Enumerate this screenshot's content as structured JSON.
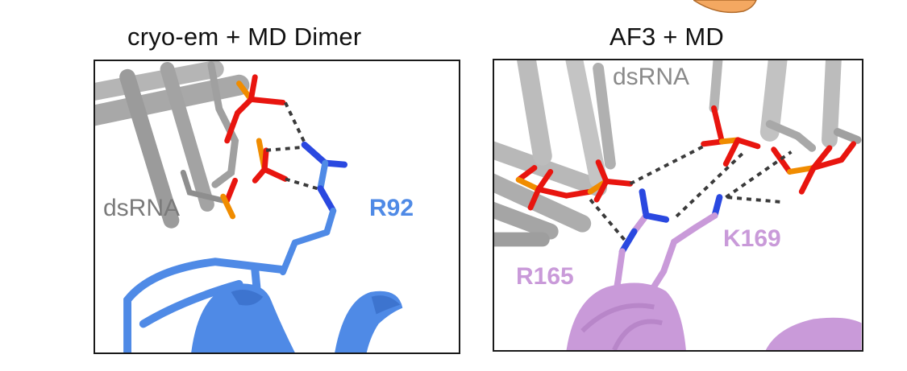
{
  "panels": [
    {
      "title": "cryo-em + MD Dimer",
      "labels": {
        "rna": "dsRNA",
        "residue1": "R92"
      }
    },
    {
      "title": "AF3 + MD",
      "labels": {
        "rna": "dsRNA",
        "residue1": "R165",
        "residue2": "K169"
      }
    }
  ],
  "colors": {
    "rna": "#9e9e9e",
    "rna_label": "#7a7a7a",
    "phosphorus": "#f08c00",
    "oxygen": "#e8150f",
    "nitrogen": "#2a48e0",
    "protein_left": "#4f8ae6",
    "protein_right": "#c99ad9",
    "hbond": "#3a3a3a",
    "decor": "#f4a861"
  }
}
